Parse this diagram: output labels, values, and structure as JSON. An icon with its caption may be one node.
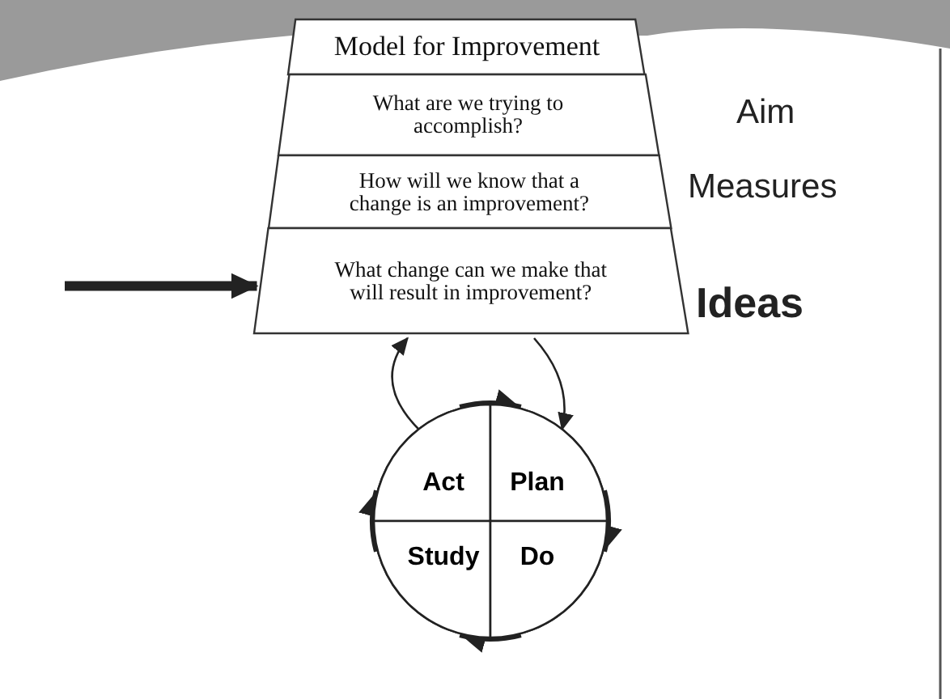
{
  "diagram": {
    "nodes": [
      {
        "text": [
          "Model for Improvement"
        ]
      },
      {
        "text": [
          "What are we trying to accomplish?"
        ],
        "beside": [
          "Aim"
        ]
      },
      {
        "text": [
          "How will we know that a change is an improvement?"
        ],
        "beside": [
          "Measures"
        ]
      },
      {
        "text": [
          "What change can we make that will result in improvement?"
        ],
        "beside": [
          "Ideas"
        ]
      },
      {
        "text": [],
        "shape": "circle"
      },
      {
        "text": [
          "Act"
        ],
        "in": 4
      },
      {
        "text": [
          "Plan"
        ],
        "in": 4
      },
      {
        "text": [
          "Study"
        ],
        "in": 4
      },
      {
        "text": [
          "Do"
        ],
        "in": 4
      }
    ],
    "edges": [
      {
        "from": null,
        "to": 3,
        "arrow": "to"
      },
      {
        "from": 4,
        "to": 3,
        "arrow": "to"
      },
      {
        "from": 3,
        "to": 4,
        "arrow": "to"
      },
      {
        "from": 5,
        "to": 6,
        "arrow": "to"
      },
      {
        "from": 6,
        "to": 8,
        "arrow": "to"
      },
      {
        "from": 8,
        "to": 7,
        "arrow": "to"
      },
      {
        "from": 7,
        "to": 5,
        "arrow": "to"
      }
    ]
  }
}
